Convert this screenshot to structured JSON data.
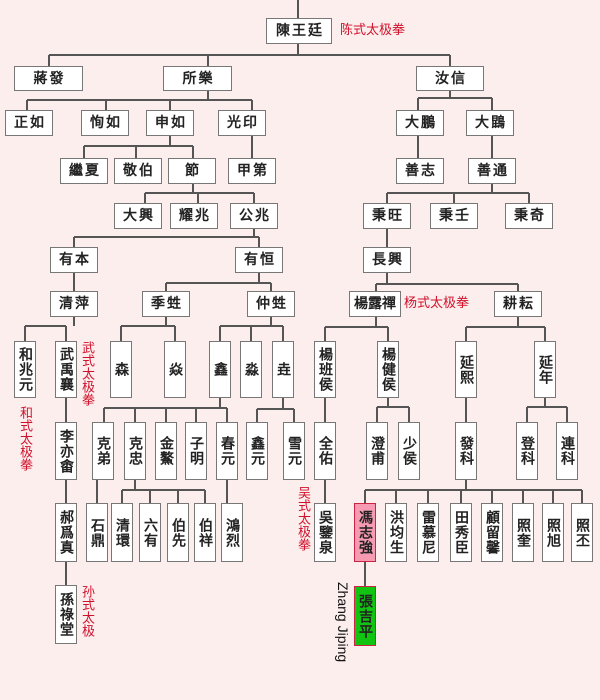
{
  "diagram": {
    "colors": {
      "background": "#fdeeee",
      "line": "#555555",
      "label": "#d0112b",
      "highlight_pink": "#f79bb3",
      "highlight_green": "#11c411"
    },
    "nodes": {
      "wangting": "陳王廷",
      "rufa": "蔣發",
      "suole": "所樂",
      "ruxin": "汝信",
      "zhengru": "正如",
      "xunru": "恂如",
      "shenru": "申如",
      "guangyin": "光印",
      "dapeng": "大鵬",
      "dakun": "大鵾",
      "jixia": "繼夏",
      "jingbo": "敬伯",
      "jie": "節",
      "jiadi": "甲第",
      "shanzhi": "善志",
      "shantong": "善通",
      "daxing": "大興",
      "yaozhao": "耀兆",
      "gongzhao": "公兆",
      "bingwang": "秉旺",
      "bingren": "秉壬",
      "bingqi": "秉奇",
      "youben": "有本",
      "youheng": "有恒",
      "changxing": "長興",
      "qingping": "清萍",
      "jishen": "季甡",
      "zhongshen": "仲甡",
      "yangluchan": "楊露禪",
      "gengyun": "耕耘",
      "hezhaoyuan": "和兆元",
      "wuyuxiang": "武禹襄",
      "sen": "森",
      "yan": "焱",
      "xin": "鑫",
      "miao": "淼",
      "yao": "垚",
      "yangbanhou": "楊班侯",
      "yangjianhou": "楊健侯",
      "yanxi": "延熙",
      "yannian": "延年",
      "liyishe": "李亦畬",
      "kedi": "克弟",
      "kezhong": "克忠",
      "jinao": "金鰲",
      "ziming": "子明",
      "chunyuan": "春元",
      "xinyuan": "鑫元",
      "xueyuan": "雪元",
      "quanyou": "全佑",
      "chengfu": "澄甫",
      "shaohou": "少侯",
      "fake": "發科",
      "dengke": "登科",
      "lianke": "連科",
      "haoweizhen": "郝爲真",
      "shiding": "石鼎",
      "qinghuan": "清環",
      "liuyou": "六有",
      "boxian": "伯先",
      "boxiang": "伯祥",
      "honglie": "鴻烈",
      "wujianquan": "吳鑒泉",
      "fengzhiqiang": "馮志強",
      "hongjunsheng": "洪均生",
      "leimuni": "雷慕尼",
      "tianxiuchen": "田秀臣",
      "guliuxin": "顧留馨",
      "zhaokui": "照奎",
      "zhaoxu": "照旭",
      "zhaopi": "照丕",
      "sunlutang": "孫祿堂",
      "zhangjiping": "張吉平"
    },
    "labels": {
      "chen_style": "陈式太极拳",
      "yang_style": "杨式太极拳",
      "wu_hao_style": "武式太极拳",
      "he_style": "和式太极拳",
      "wu_style": "吴式太极拳",
      "sun_style": "孙式太极",
      "zhang_jiping_en": "Zhang Jiping"
    }
  }
}
